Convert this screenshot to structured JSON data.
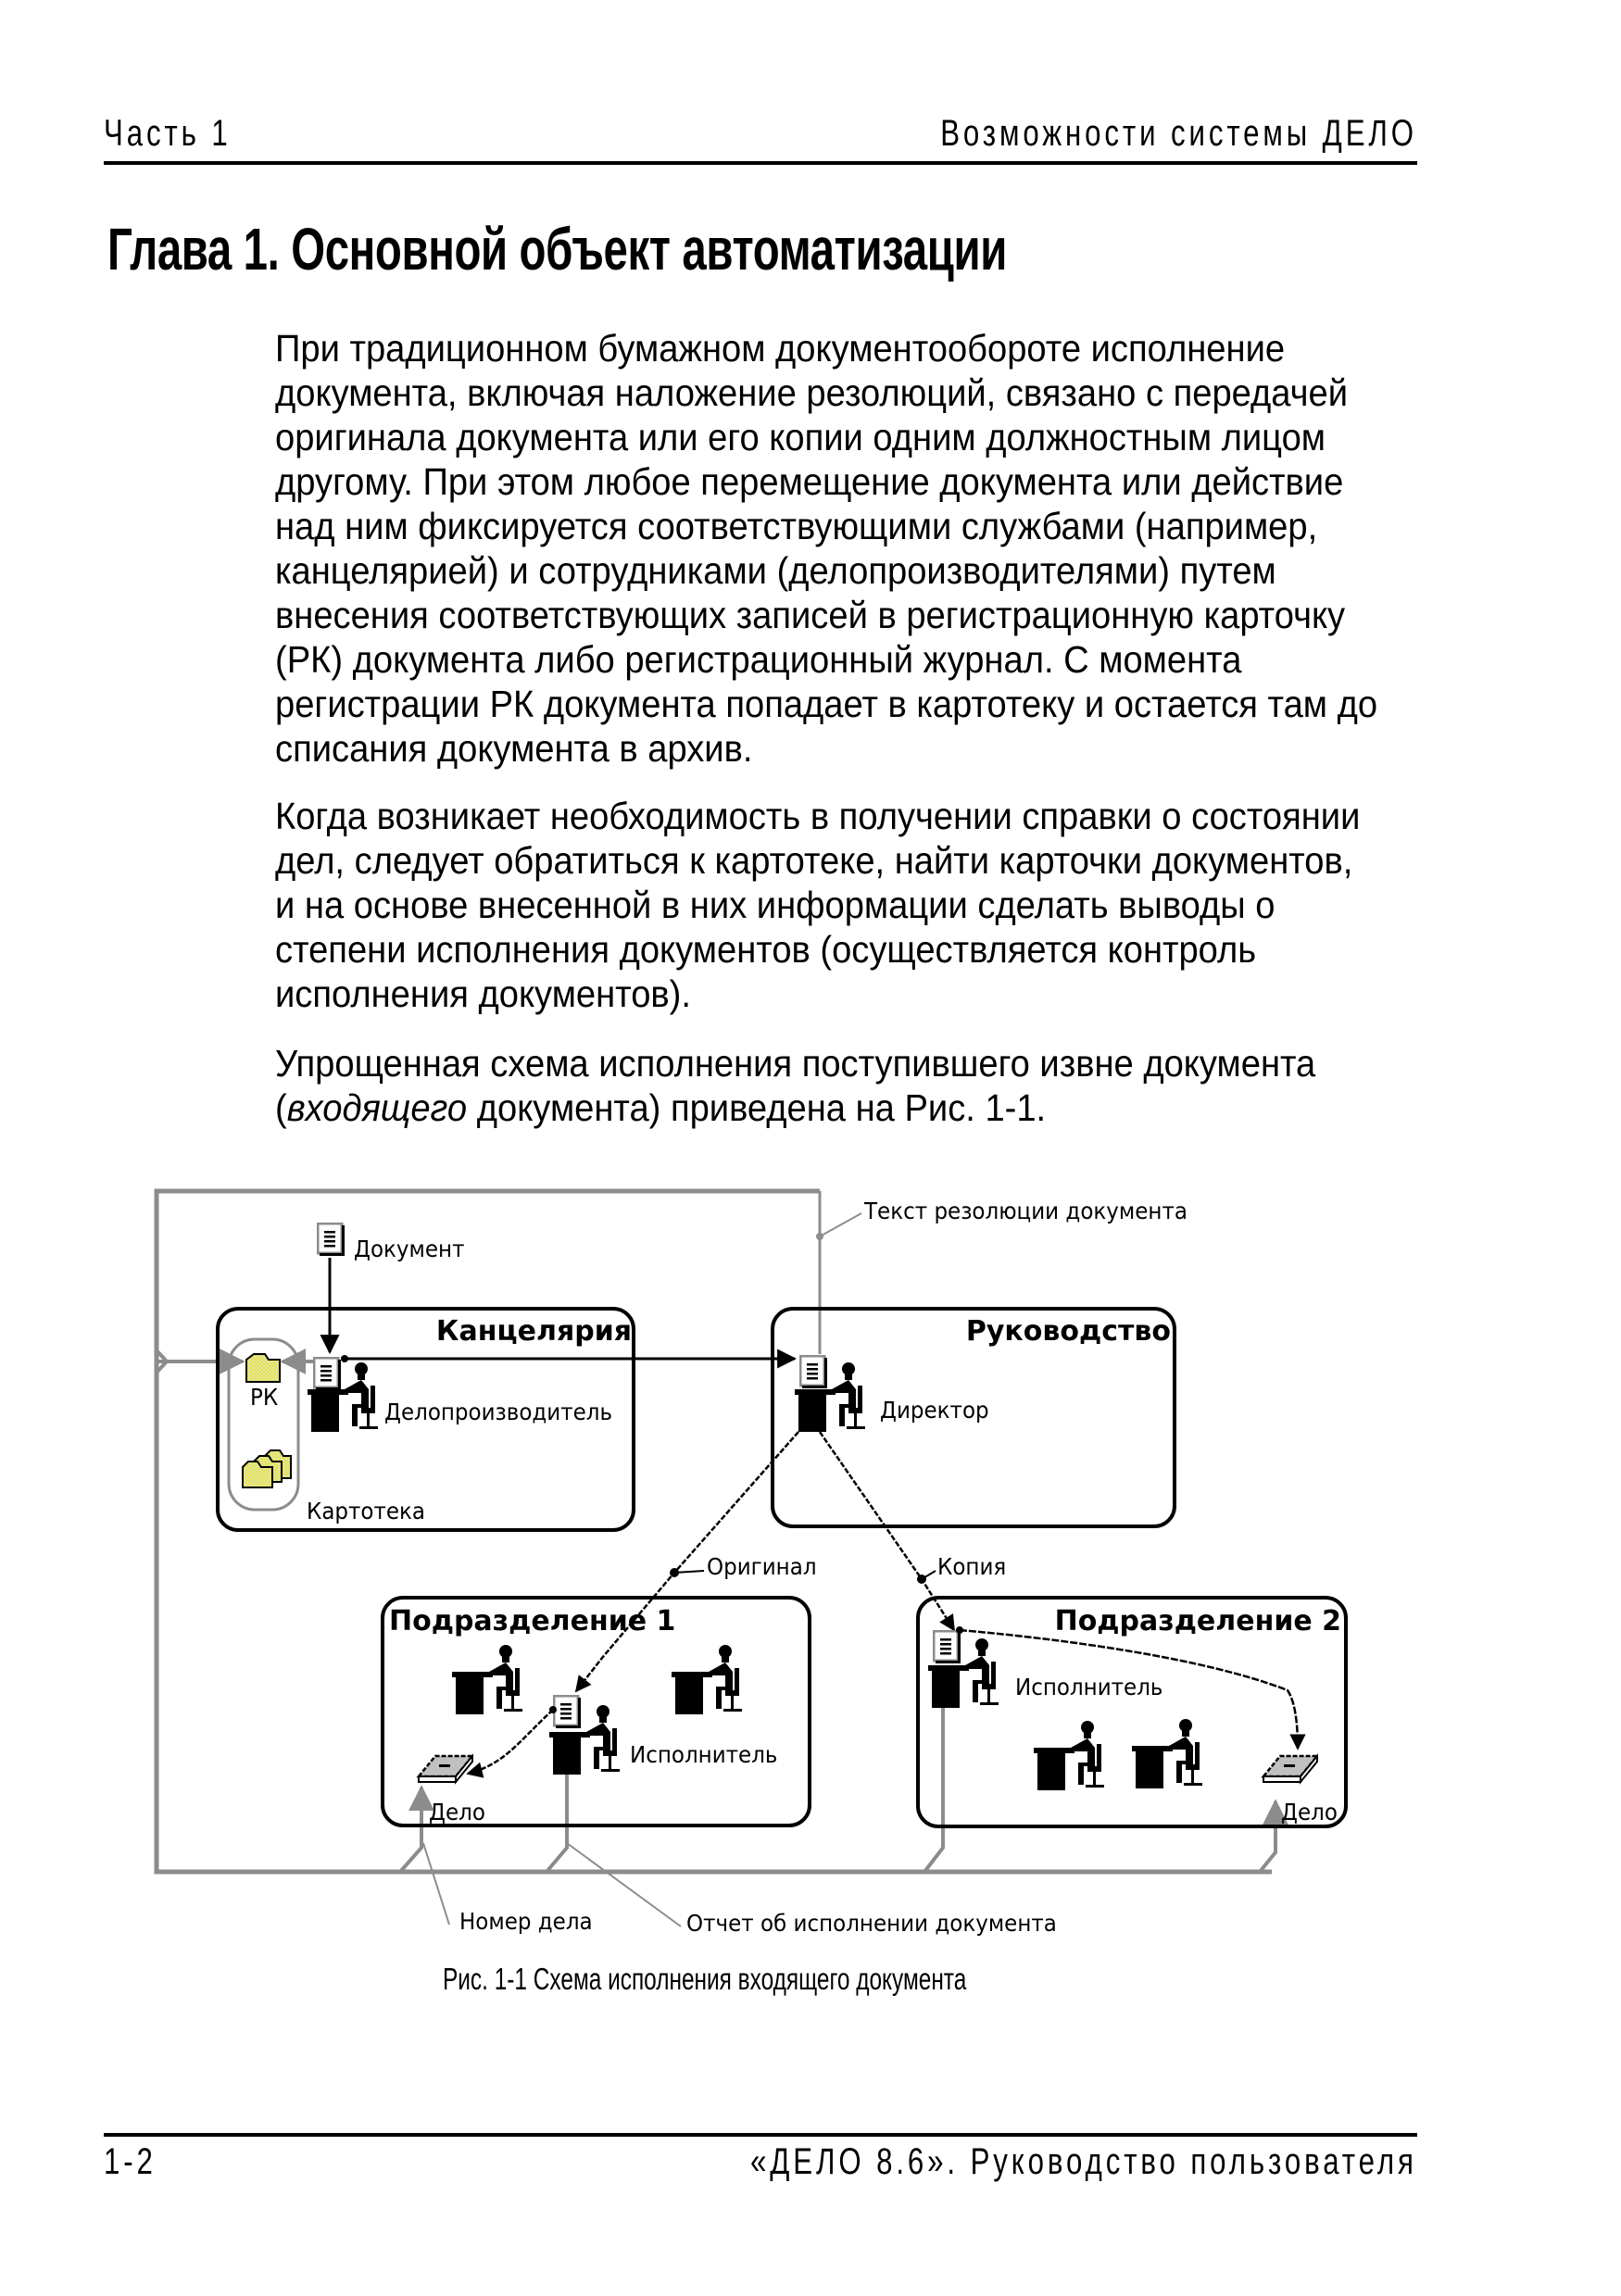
{
  "header": {
    "left": "Часть 1",
    "right": "Возможности системы ДЕЛО"
  },
  "chapter_title": "Глава 1.  Основной объект автоматизации",
  "paragraphs": {
    "p1": "При традиционном бумажном документообороте исполнение документа, включая наложение резолюций, связано с передачей оригинала документа или его копии одним должностным лицом другому. При этом любое перемещение документа или действие над ним фиксируется соответствующими службами (например, канцелярией) и сотрудниками (делопроизводителями) путем внесения соответствующих записей в регистрационную карточку (РК) документа либо регистрационный журнал. С момента регистрации РК документа попадает в картотеку и остается там до списания документа в архив.",
    "p2": "Когда возникает необходимость в получении справки о состоянии дел, следует обратиться к картотеке, найти карточки документов, и на основе внесенной в них информации сделать выводы о степени исполнения документов (осуществляется контроль исполнения документов).",
    "p3_before": "Упрощенная схема исполнения поступившего извне документа (",
    "p3_italic": "входящего",
    "p3_after": " документа) приведена на Рис. 1-1."
  },
  "diagram": {
    "units": {
      "chancellery": "Канцелярия",
      "management": "Руководство",
      "division1": "Подразделение 1",
      "division2": "Подразделение 2"
    },
    "labels": {
      "document": "Документ",
      "resolution_text": "Текст резолюции документа",
      "rk": "РК",
      "card_index": "Картотека",
      "clerk": "Делопроизводитель",
      "director": "Директор",
      "original": "Оригинал",
      "copy": "Копия",
      "executor1": "Исполнитель",
      "executor2": "Исполнитель",
      "case1": "Дело",
      "case2": "Дело",
      "case_number": "Номер дела",
      "execution_report": "Отчет об исполнении документа"
    },
    "colors": {
      "gray_line": "#8c8c8c",
      "folder_yellow": "#f0f050",
      "case_gray": "#c0c0c0"
    }
  },
  "caption": "Рис. 1-1 Схема исполнения входящего документа",
  "footer": {
    "left": "1-2",
    "right": "«ДЕЛО 8.6». Руководство пользователя"
  }
}
